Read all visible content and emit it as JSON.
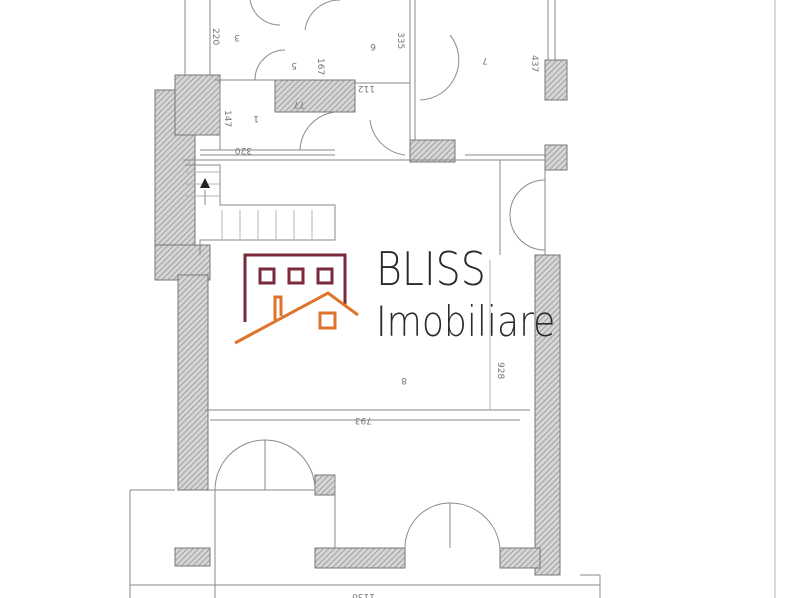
{
  "logo": {
    "line1": "BLISS",
    "line2": "Imobiliare",
    "colors": {
      "frame": "#7a2a3a",
      "roof": "#e0732c",
      "text": "#2a2a2a"
    }
  },
  "plan": {
    "room_numbers": [
      "3",
      "5",
      "6",
      "7",
      "1",
      "8"
    ],
    "dimensions": [
      "220",
      "167",
      "112",
      "335",
      "437",
      "147",
      "320",
      "77",
      "793",
      "928",
      "1130"
    ],
    "orientation": "rotated 180°",
    "wall_color": "#9a9a9a"
  }
}
